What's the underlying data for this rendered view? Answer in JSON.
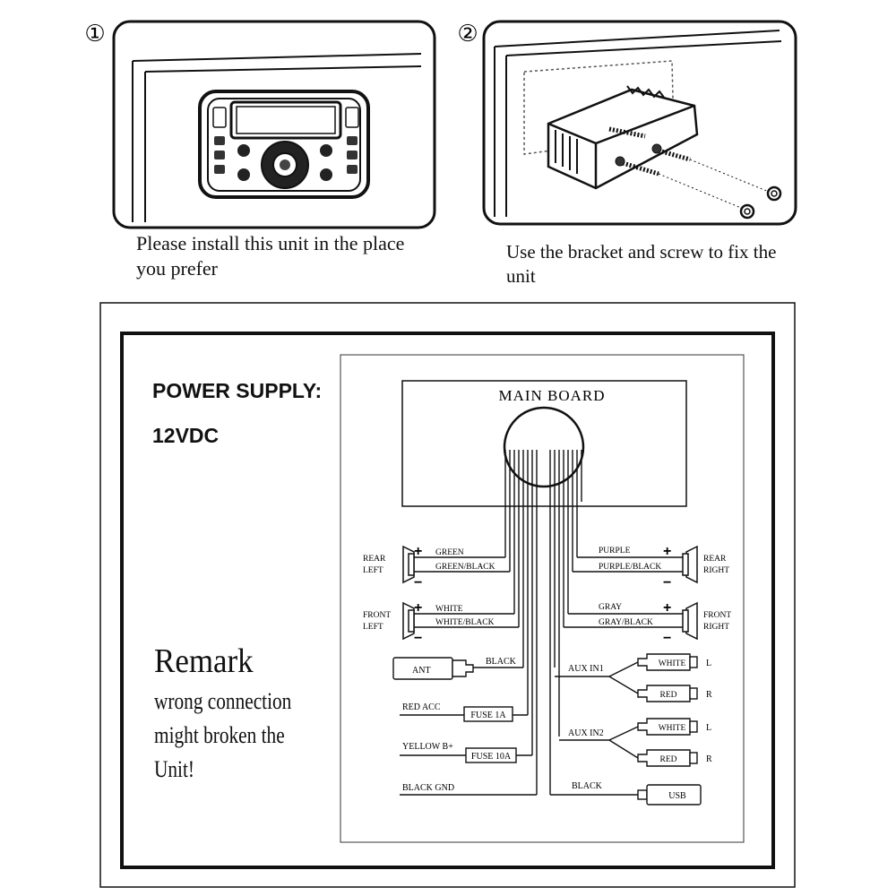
{
  "steps": [
    {
      "number": "①",
      "caption": "Please install this unit in the place you prefer"
    },
    {
      "number": "②",
      "caption": "Use the bracket and screw to fix the unit"
    }
  ],
  "power": {
    "title": "POWER SUPPLY:",
    "voltage": "12VDC"
  },
  "remark": {
    "title": "Remark",
    "body": "wrong connection\nmight broken the\nUnit!"
  },
  "diagram": {
    "main_board": "MAIN BOARD",
    "plus": "+",
    "minus": "−",
    "rear_left": [
      "REAR",
      "LEFT"
    ],
    "front_left": [
      "FRONT",
      "LEFT"
    ],
    "rear_right": [
      "REAR",
      "RIGHT"
    ],
    "front_right": [
      "FRONT",
      "RIGHT"
    ],
    "wires": {
      "green": "GREEN",
      "green_black": "GREEN/BLACK",
      "white": "WHITE",
      "white_black": "WHITE/BLACK",
      "purple": "PURPLE",
      "purple_black": "PURPLE/BLACK",
      "gray": "GRAY",
      "gray_black": "GRAY/BLACK",
      "black_ant": "BLACK",
      "red_acc": "RED ACC",
      "yellow_b": "YELLOW B+",
      "black_gnd": "BLACK GND",
      "black_usb": "BLACK"
    },
    "ant": "ANT",
    "fuse1": "FUSE 1A",
    "fuse10": "FUSE 10A",
    "aux1": "AUX IN1",
    "aux2": "AUX IN2",
    "white_plug": "WHITE",
    "red_plug": "RED",
    "l": "L",
    "r": "R",
    "usb": "USB"
  }
}
